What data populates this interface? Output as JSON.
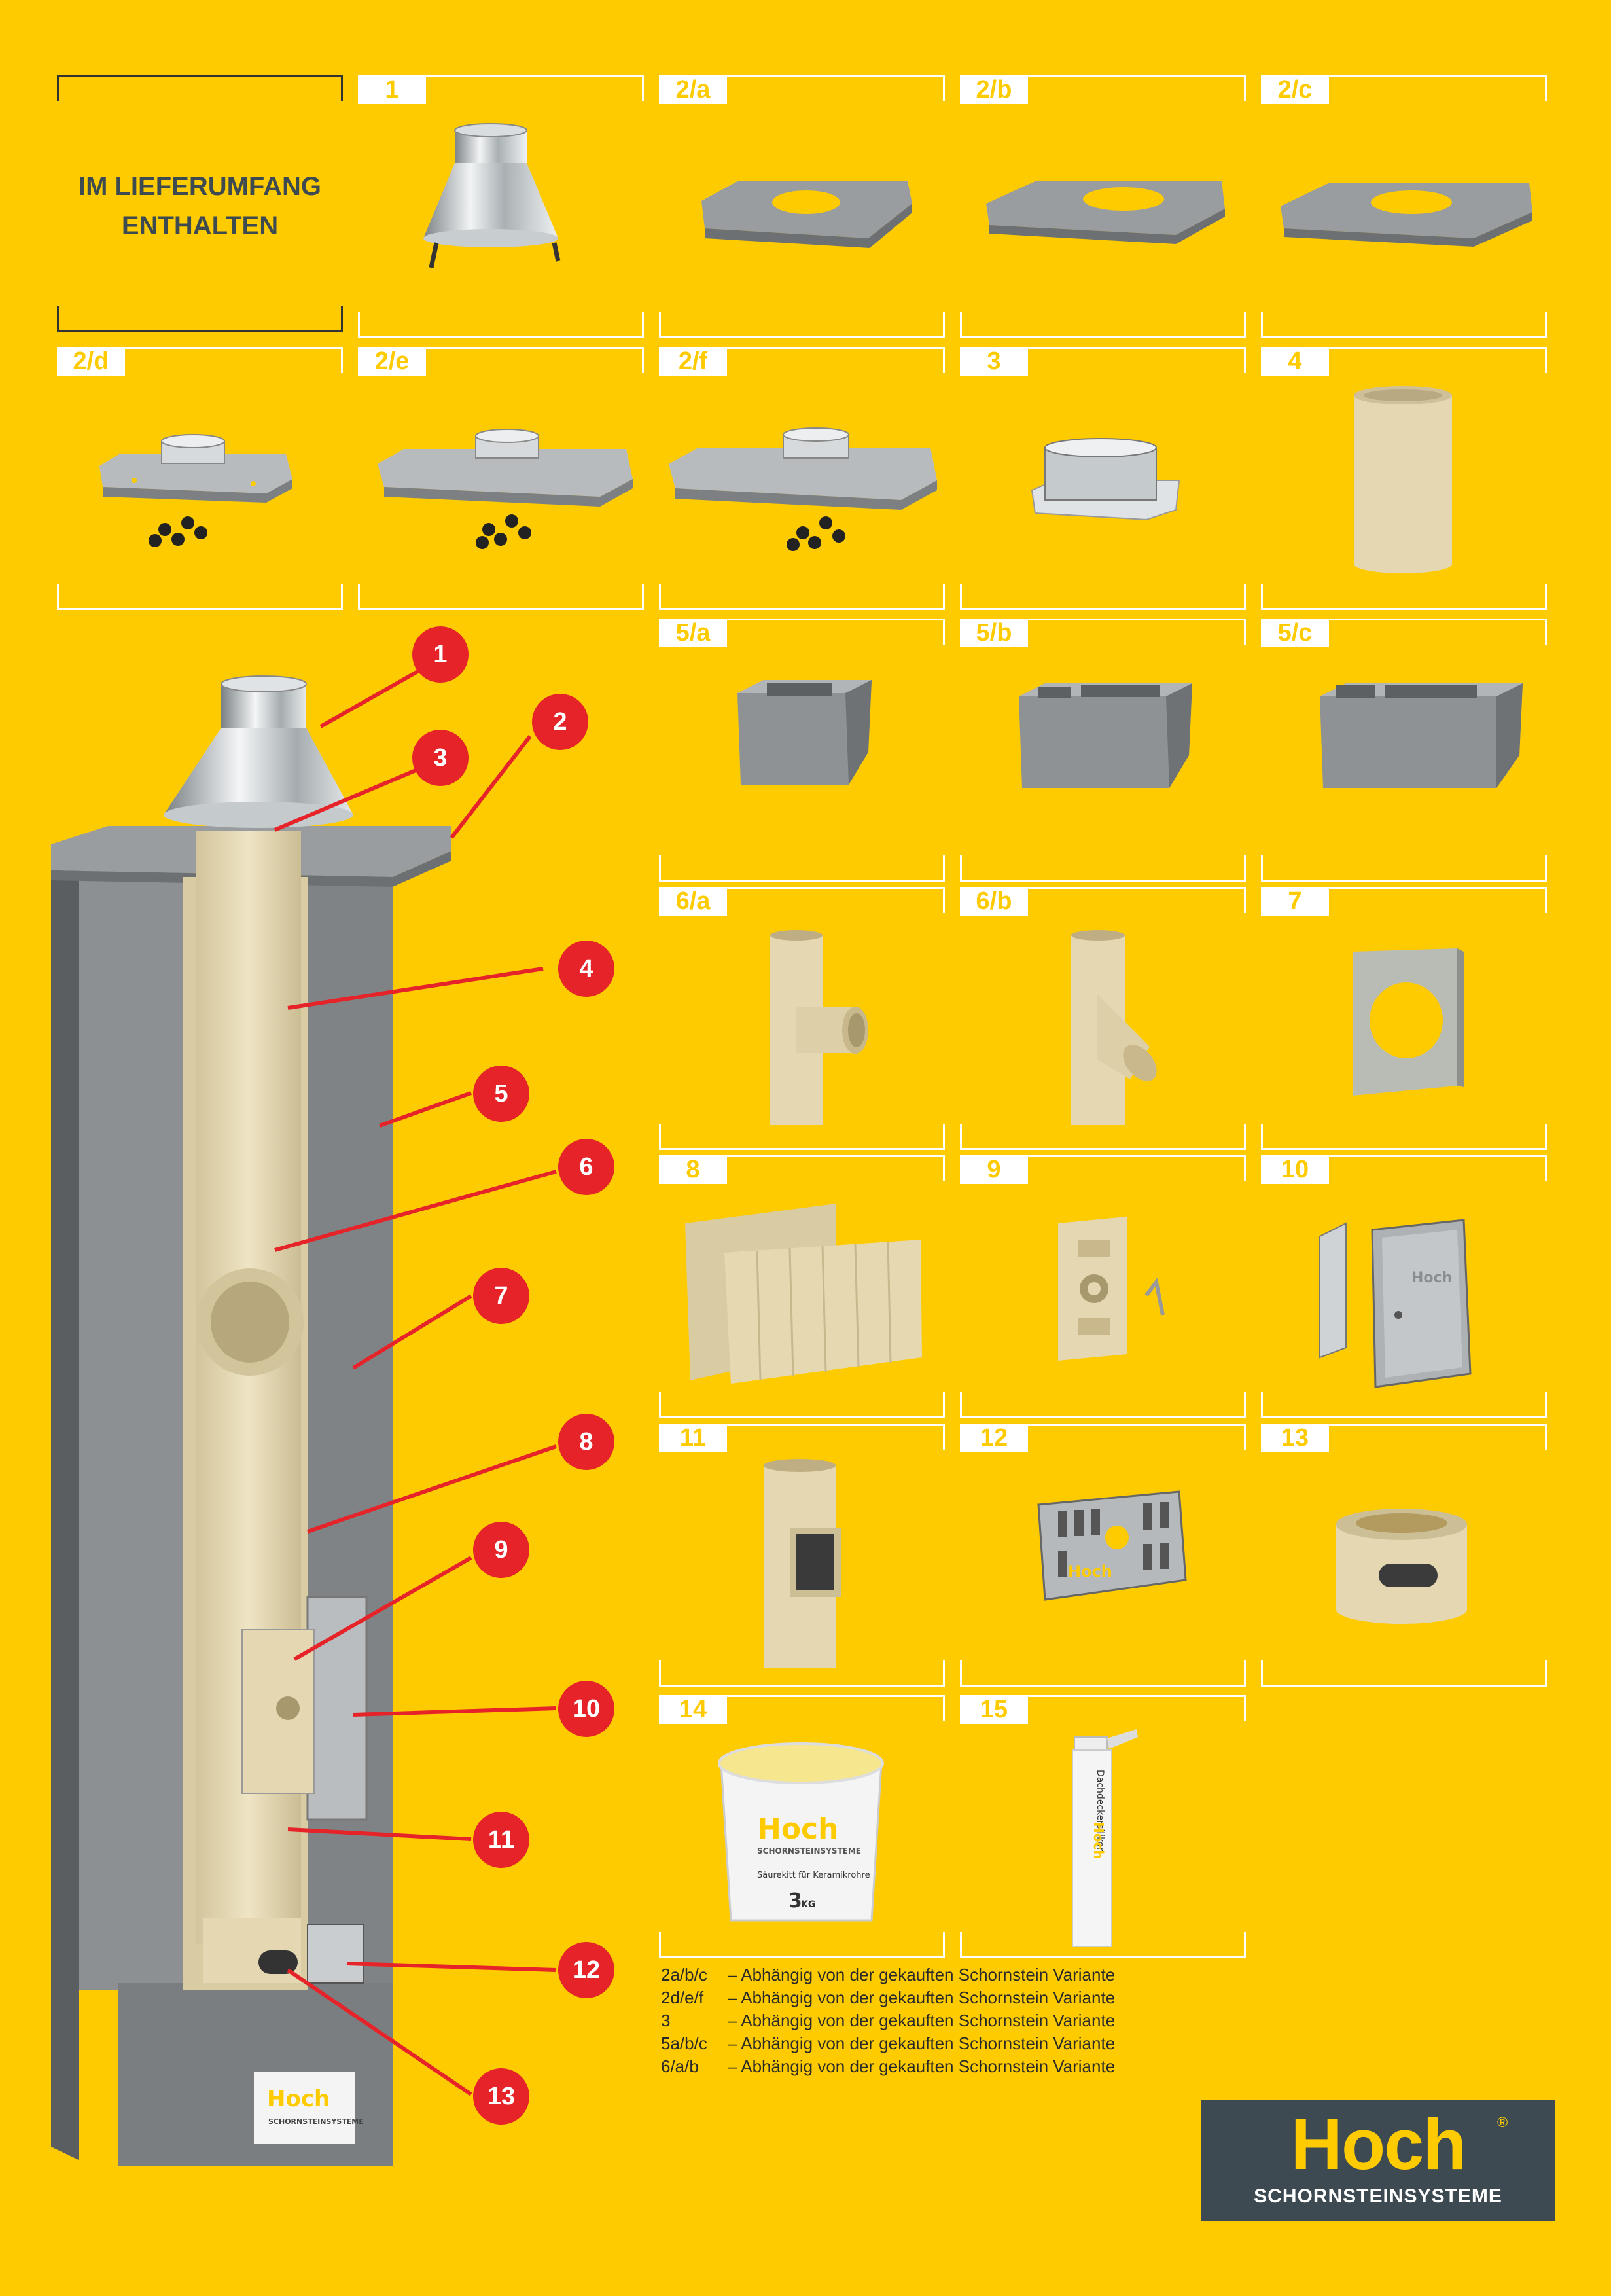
{
  "intro": {
    "line1": "IM LIEFERUMFANG",
    "line2": "ENTHALTEN"
  },
  "labels": [
    "1",
    "2/a",
    "2/b",
    "2/c",
    "2/d",
    "2/e",
    "2/f",
    "3",
    "4",
    "5/a",
    "5/b",
    "5/c",
    "6/a",
    "6/b",
    "7",
    "8",
    "9",
    "10",
    "11",
    "12",
    "13",
    "14",
    "15"
  ],
  "markers": [
    "1",
    "2",
    "3",
    "4",
    "5",
    "6",
    "7",
    "8",
    "9",
    "10",
    "11",
    "12",
    "13"
  ],
  "products": {
    "bucket_brand": "Hoch",
    "bucket_sub": "SCHORNSTEINSYSTEME",
    "bucket_desc": "Säurekitt für Keramikrohre",
    "bucket_weight": "3",
    "bucket_unit": "KG",
    "tube_text": "Dachdeckersilikon",
    "tube_brand": "Hoch",
    "vent_brand": "Hoch",
    "door_brand": "Hoch",
    "block_brand": "Hoch",
    "block_sub": "SCHORNSTEINSYSTEME"
  },
  "notes": [
    {
      "key": "2a/b/c",
      "text": "–  Abhängig von der gekauften Schornstein Variante"
    },
    {
      "key": "2d/e/f",
      "text": "–  Abhängig von der gekauften Schornstein Variante"
    },
    {
      "key": "3",
      "text": "–  Abhängig von der gekauften Schornstein Variante"
    },
    {
      "key": "5a/b/c",
      "text": "–  Abhängig von der gekauften Schornstein Variante"
    },
    {
      "key": "6/a/b",
      "text": "–  Abhängig von der gekauften Schornstein Variante"
    }
  ],
  "logo": {
    "word": "Hoch",
    "reg": "®",
    "sub": "SCHORNSTEINSYSTEME"
  },
  "colors": {
    "background": "#fecb00",
    "marker": "#e52329",
    "logo_bg": "#3d4a52",
    "ceramic": "#e8dcbc",
    "concrete": "#8e9294"
  }
}
